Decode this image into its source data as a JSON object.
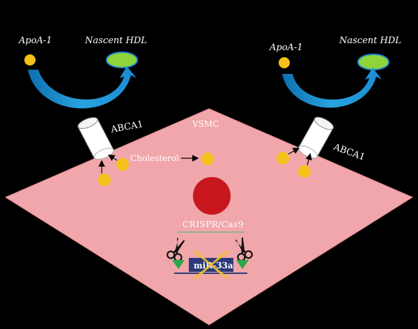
{
  "labels": {
    "apoa1_left": "ApoA-1",
    "hdl_left": "Nascent HDL",
    "apoa1_right": "ApoA-1",
    "hdl_right": "Nascent HDL",
    "abca1_left": "ABCA1",
    "abca1_right": "ABCA1",
    "vsmc": "VSMC",
    "cholesterol": "Cholesterol",
    "crispr": "CRISPR/Cas9",
    "mir": "miR-33a"
  },
  "colors": {
    "background": "#000000",
    "cell": "#f0a6aa",
    "nucleus": "#c8161f",
    "cholesterol": "#f5c11a",
    "hdl": "#8fd43a",
    "arrow": "#1e8fcf",
    "crispr_text": "#8fb590",
    "gene_box": "#2b3a7a",
    "guide": "#29a84a"
  },
  "icons": {
    "scissors_left": "scissors-icon",
    "scissors_right": "scissors-icon",
    "transporter": "cylinder-transporter"
  }
}
